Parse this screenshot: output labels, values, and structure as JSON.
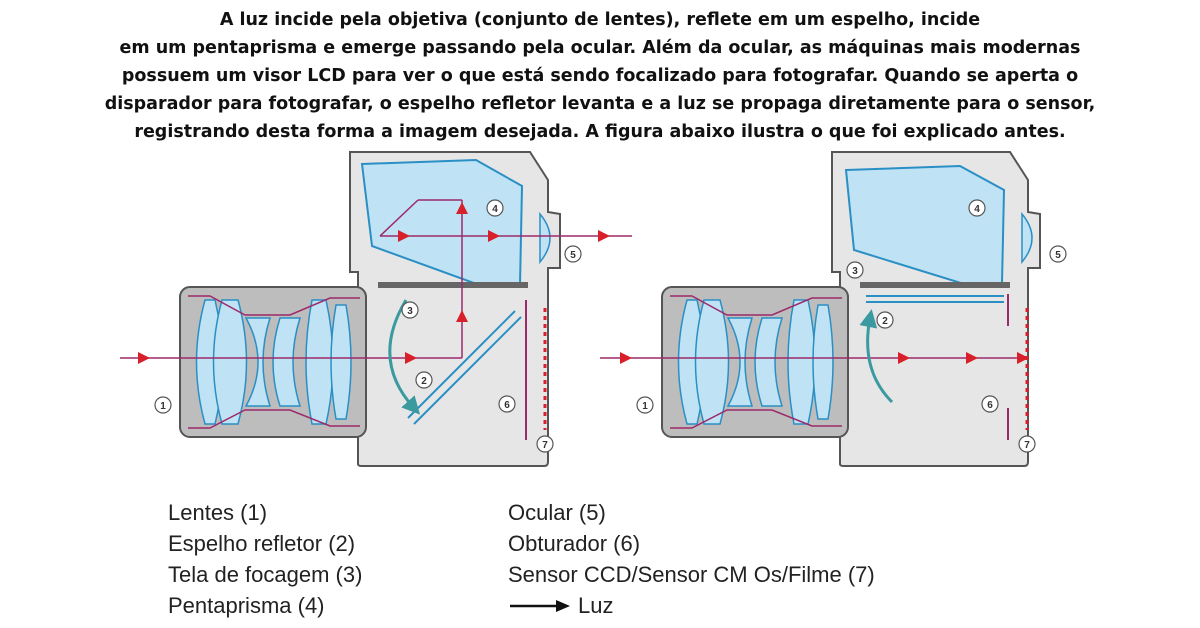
{
  "intro_lines": [
    "A luz incide pela objetiva (conjunto de lentes), reflete em um espelho, incide",
    "em um pentaprisma e emerge passando pela ocular. Além da ocular, as máquinas mais modernas",
    "possuem um visor LCD para ver o que está sendo focalizado para fotografar. Quando se aperta o",
    "disparador para fotografar, o espelho refletor levanta e a luz se propaga diretamente para o sensor,",
    "registrando desta forma a imagem desejada. A figura abaixo ilustra o que foi explicado antes."
  ],
  "diagram_numbers": [
    "1",
    "2",
    "3",
    "4",
    "5",
    "6",
    "7"
  ],
  "legend": {
    "left": [
      "Lentes (1)",
      "Espelho refletor (2)",
      "Tela de focagem (3)",
      "Pentaprisma (4)"
    ],
    "right": [
      "Ocular (5)",
      "Obturador (6)",
      "Sensor CCD/Sensor CM Os/Filme (7)"
    ],
    "light_label": "Luz"
  },
  "colors": {
    "body_fill": "#e6e6e6",
    "outline": "#555555",
    "glass": "#bfe3f5",
    "glass_edge": "#2a8fc4",
    "ray": "#d8202a",
    "accent_line": "#9c2a6a",
    "mirror_arrow": "#3a9aa0"
  }
}
